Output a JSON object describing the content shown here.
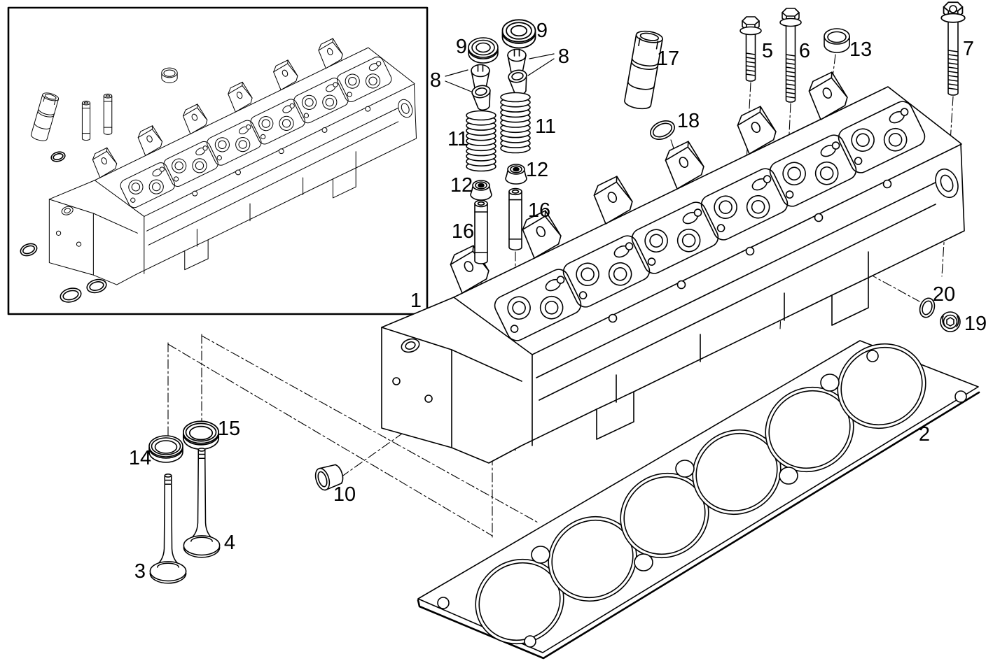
{
  "figure": {
    "type": "exploded-parts-diagram",
    "subject": "engine cylinder head assembly",
    "style": "black line art on white",
    "colors": {
      "line": "#000000",
      "background": "#ffffff"
    }
  },
  "callouts": {
    "c1": {
      "label": "1",
      "part": "cylinder head assembly (inset view)"
    },
    "c2": {
      "label": "2",
      "part": "cylinder head gasket"
    },
    "c3": {
      "label": "3",
      "part": "valve (long)"
    },
    "c4": {
      "label": "4",
      "part": "valve (short)"
    },
    "c5": {
      "label": "5",
      "part": "hex flange bolt short"
    },
    "c6": {
      "label": "6",
      "part": "hex flange bolt long"
    },
    "c7": {
      "label": "7",
      "part": "cylinder head bolt"
    },
    "c8": {
      "label": "8",
      "part": "valve collets (pair)"
    },
    "c9": {
      "label": "9",
      "part": "valve spring retainer"
    },
    "c10": {
      "label": "10",
      "part": "bushing"
    },
    "c11": {
      "label": "11",
      "part": "valve spring"
    },
    "c12": {
      "label": "12",
      "part": "valve stem seal"
    },
    "c13": {
      "label": "13",
      "part": "cup plug"
    },
    "c14": {
      "label": "14",
      "part": "seal ring"
    },
    "c15": {
      "label": "15",
      "part": "seal ring"
    },
    "c16": {
      "label": "16",
      "part": "valve guide"
    },
    "c17": {
      "label": "17",
      "part": "tappet"
    },
    "c18": {
      "label": "18",
      "part": "gasket ring"
    },
    "c19": {
      "label": "19",
      "part": "threaded plug"
    },
    "c20": {
      "label": "20",
      "part": "seal ring small"
    }
  }
}
